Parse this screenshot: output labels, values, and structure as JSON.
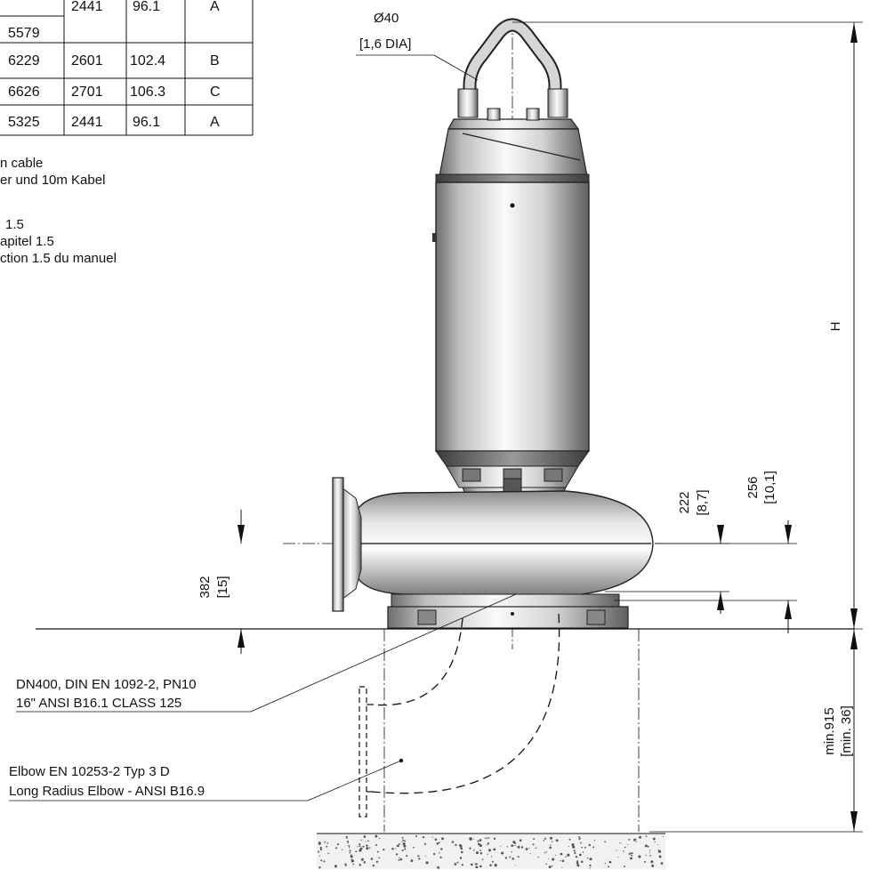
{
  "table": {
    "rows": [
      [
        "5579",
        "2441",
        "96.1",
        "A"
      ],
      [
        "6229",
        "2601",
        "102.4",
        "B"
      ],
      [
        "6626",
        "2701",
        "106.3",
        "C"
      ],
      [
        "5325",
        "2441",
        "96.1",
        "A"
      ]
    ]
  },
  "notes": [
    "n cable",
    "er und 10m Kabel",
    "1.5",
    "apitel 1.5",
    "ction 1.5 du manuel"
  ],
  "dimensions": {
    "lifting_handle": {
      "metric": "Ø40",
      "imperial": "[1,6 DIA]"
    },
    "height": "H",
    "dim_222": {
      "metric": "222",
      "imperial": "[8,7]"
    },
    "dim_256": {
      "metric": "256",
      "imperial": "[10,1]"
    },
    "dim_382": {
      "metric": "382",
      "imperial": "[15]"
    },
    "min_915": {
      "metric": "min.915",
      "imperial": "[min. 36]"
    }
  },
  "callouts": {
    "flange_line1": "DN400, DIN EN 1092-2, PN10",
    "flange_line2": "16\" ANSI B16.1 CLASS 125",
    "elbow_line1": "Elbow EN 10253-2 Typ 3 D",
    "elbow_line2": "Long Radius Elbow - ANSI B16.9"
  }
}
